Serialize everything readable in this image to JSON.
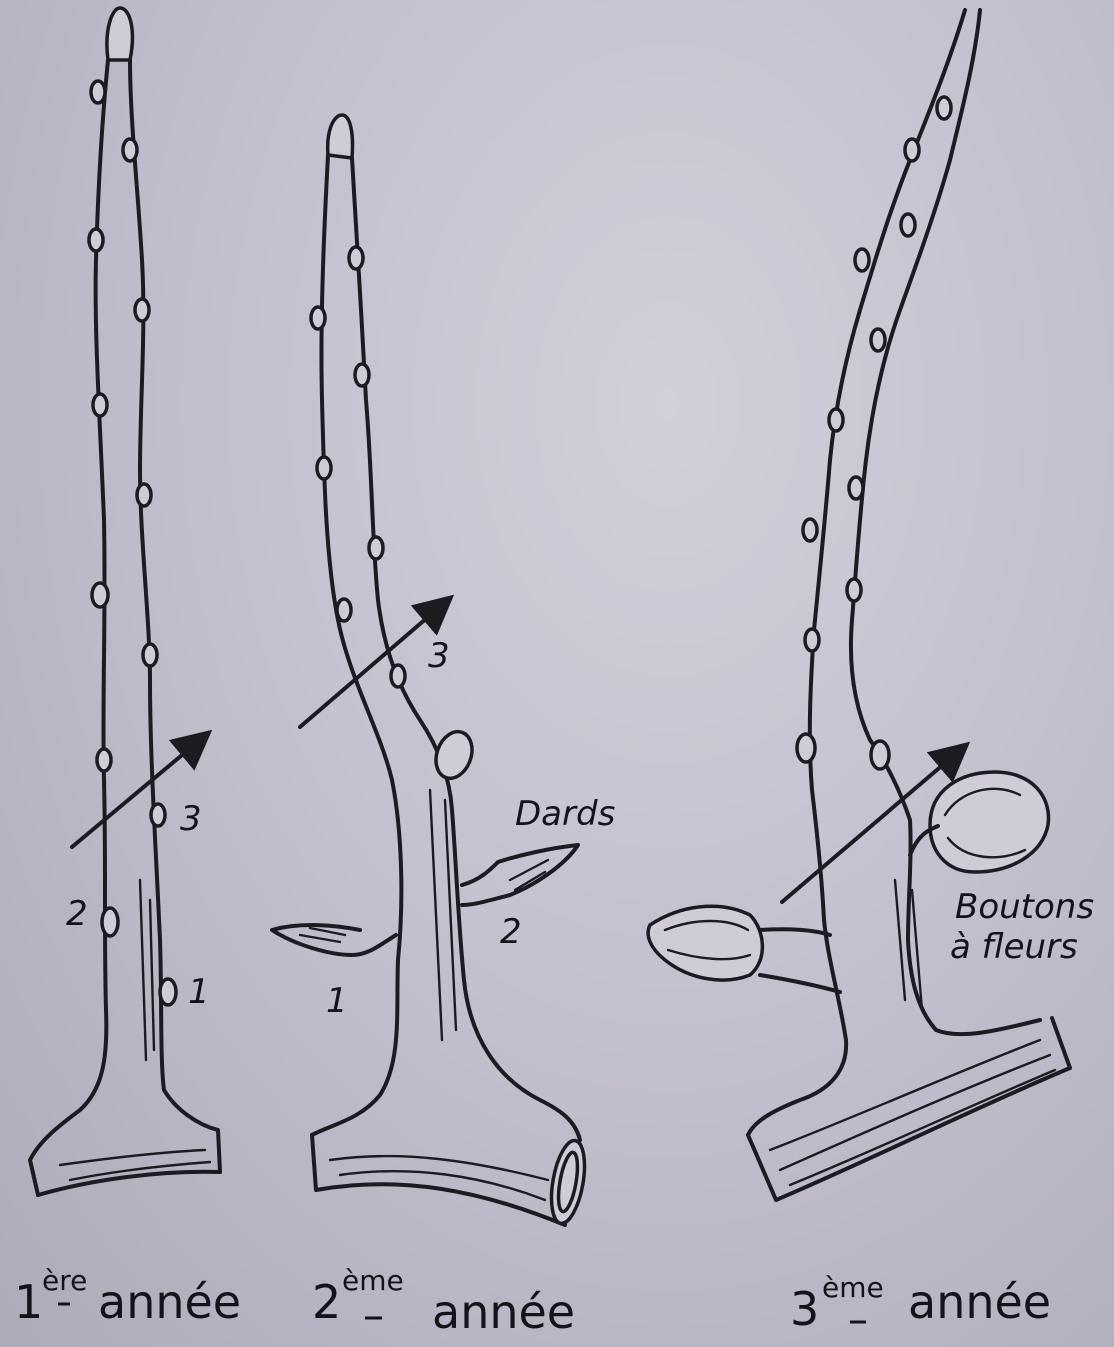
{
  "stages": [
    {
      "ord": "1",
      "sup": "ère",
      "word": "année"
    },
    {
      "ord": "2",
      "sup": "ème",
      "word": "année"
    },
    {
      "ord": "3",
      "sup": "ème",
      "word": "année"
    }
  ],
  "bud_numbers": {
    "stage1": [
      "1",
      "2",
      "3"
    ],
    "stage2": [
      "1",
      "2",
      "3"
    ]
  },
  "annotations": {
    "dards": "Dards",
    "boutons_line1": "Boutons",
    "boutons_line2": "à fleurs"
  }
}
